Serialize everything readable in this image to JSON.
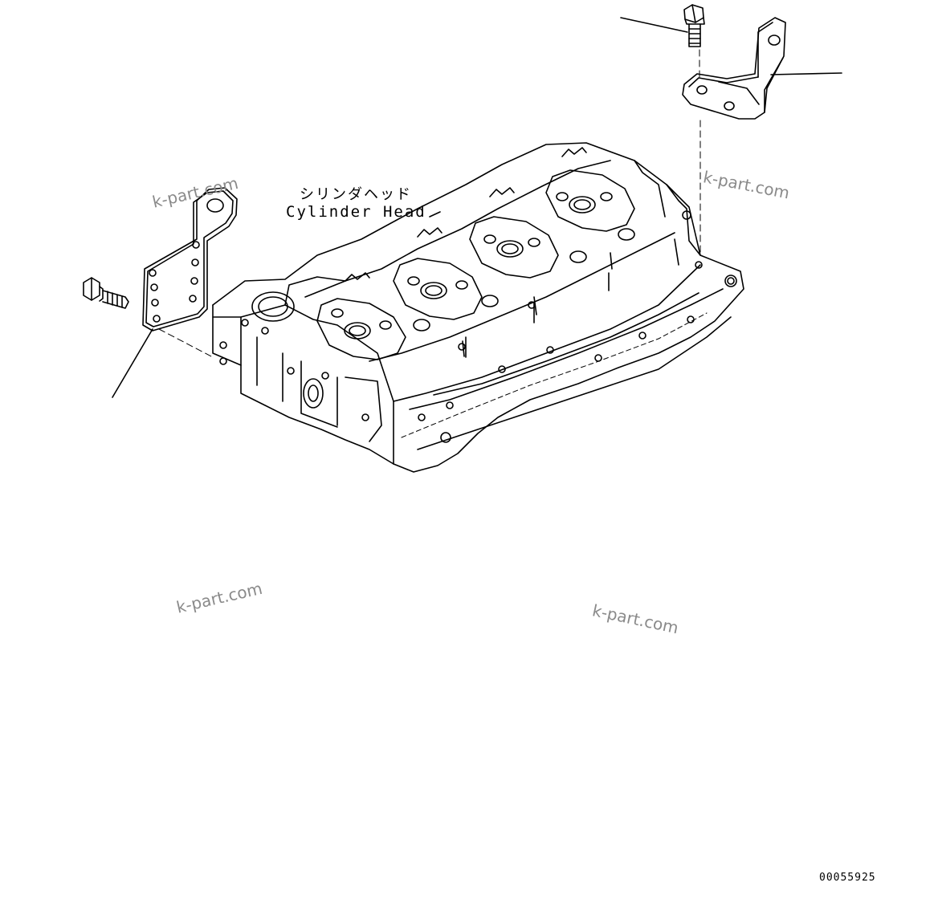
{
  "callout": {
    "japanese": "シリンダヘッド",
    "english": "Cylinder Head"
  },
  "watermarks": [
    "k-part.com",
    "k-part.com",
    "k-part.com",
    "k-part.com"
  ],
  "drawing_number": "00055925",
  "parts": [
    {
      "name": "lifting-bracket-front",
      "role": "bracket"
    },
    {
      "name": "bolt-front",
      "role": "bolt"
    },
    {
      "name": "lifting-bracket-rear",
      "role": "bracket"
    },
    {
      "name": "bolt-rear",
      "role": "bolt"
    },
    {
      "name": "cylinder-head",
      "role": "assembly"
    }
  ],
  "colors": {
    "line": "#000000",
    "watermark": "#8a8a8a",
    "background": "#ffffff"
  }
}
